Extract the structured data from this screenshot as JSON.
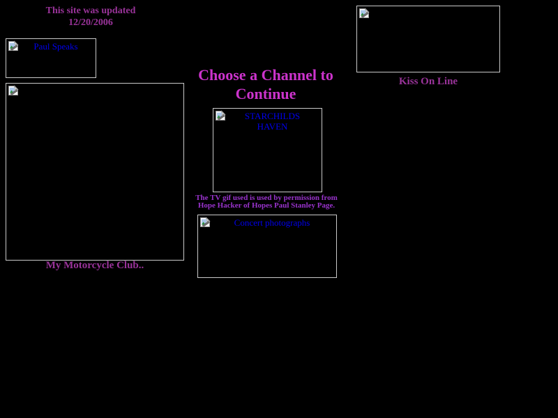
{
  "page": {
    "background_color": "#000000",
    "image_border_color": "#cacaca"
  },
  "colors": {
    "purple": "#993399",
    "magenta": "#cc33cc",
    "violet": "#9933cc",
    "link_blue": "#0000ee"
  },
  "left_column": {
    "update_notice": {
      "line1": "This site was updated",
      "line2": "12/20/2006"
    },
    "paul_speaks": {
      "alt_text": "Paul Speaks"
    },
    "motorcycle": {
      "caption": "My Motorcycle Club.."
    }
  },
  "center_column": {
    "heading": {
      "line1": "Choose a Channel to",
      "line2": "Continue"
    },
    "starchilds_haven": {
      "alt_line1": "STARCHILDS",
      "alt_line2": "HAVEN"
    },
    "tv_note": {
      "line1": "The TV gif used is used by permission from",
      "line2": "Hope Hacker of Hopes Paul Stanley Page."
    },
    "concert": {
      "alt_text": "Concert photographs"
    }
  },
  "right_column": {
    "kiss_on_line": {
      "caption": "Kiss On Line"
    }
  },
  "icons": {
    "broken_image": "broken-image-icon"
  }
}
